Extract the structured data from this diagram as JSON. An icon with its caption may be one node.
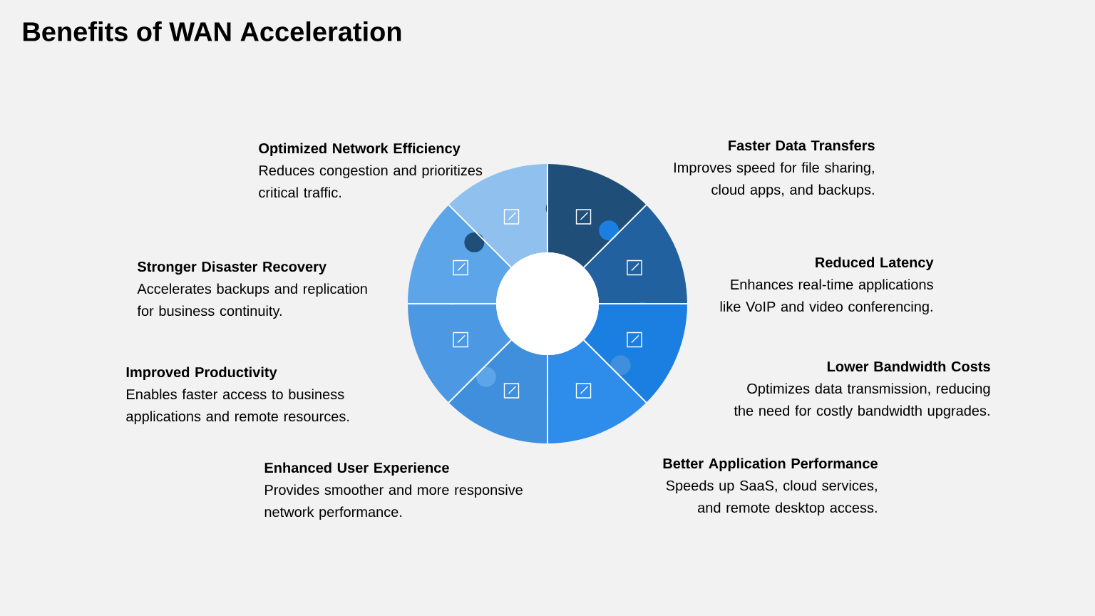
{
  "diagram": {
    "title": "Benefits of WAN Acceleration",
    "nodes": [
      {
        "text": [
          "Optimized Network Efficiency",
          "Reduces congestion and prioritizes critical traffic."
        ]
      },
      {
        "text": [
          "Faster Data Transfers",
          "Improves speed for file sharing, cloud apps, and backups."
        ]
      },
      {
        "text": [
          "Stronger Disaster Recovery",
          "Accelerates backups and replication for business continuity."
        ]
      },
      {
        "text": [
          "Reduced Latency",
          "Enhances real-time applications like VoIP and video conferencing."
        ]
      },
      {
        "text": [
          "Improved Productivity",
          "Enables faster access to business applications and remote resources."
        ]
      },
      {
        "text": [
          "Lower Bandwidth Costs",
          "Optimizes data transmission, reducing the need for costly bandwidth upgrades."
        ]
      },
      {
        "text": [
          "Enhanced User Experience",
          "Provides smoother and more responsive network performance."
        ]
      },
      {
        "text": [
          "Better Application Performance",
          "Speeds up SaaS, cloud services, and remote desktop access."
        ]
      }
    ],
    "edges": []
  }
}
